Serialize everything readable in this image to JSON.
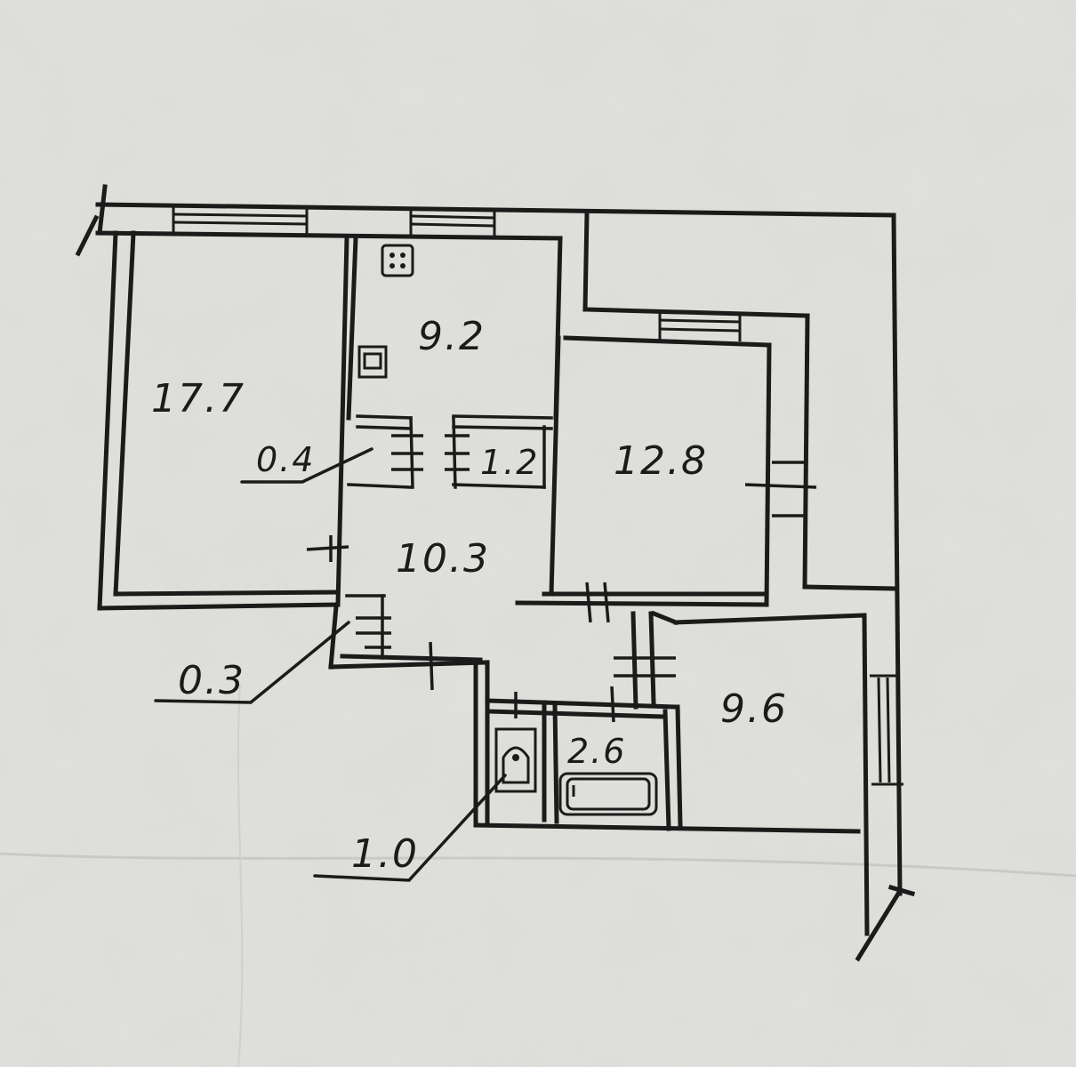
{
  "plan": {
    "rooms": [
      {
        "id": "living-room",
        "area": "17.7"
      },
      {
        "id": "kitchen",
        "area": "9.2"
      },
      {
        "id": "bedroom-1",
        "area": "12.8"
      },
      {
        "id": "hallway",
        "area": "10.3"
      },
      {
        "id": "bedroom-2",
        "area": "9.6"
      },
      {
        "id": "bathroom",
        "area": "2.6"
      },
      {
        "id": "toilet",
        "area": "1.0"
      },
      {
        "id": "closet-small",
        "area": "0.4"
      },
      {
        "id": "closet-medium",
        "area": "1.2"
      },
      {
        "id": "closet-tiny",
        "area": "0.3"
      }
    ]
  },
  "colors": {
    "paper": "#dcdcd8",
    "ink": "#1b1b1b"
  }
}
